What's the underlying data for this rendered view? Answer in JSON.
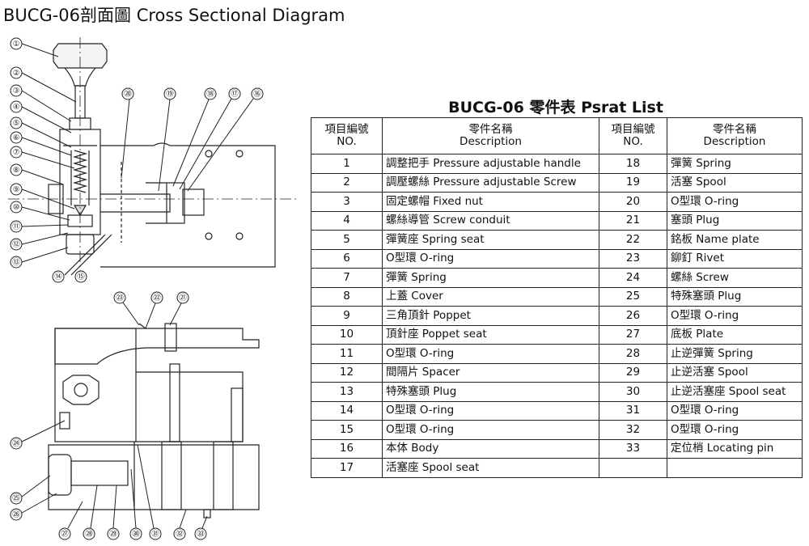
{
  "header": {
    "title": "BUCG-06剖面圖 Cross Sectional Diagram"
  },
  "parts_list": {
    "title": "BUCG-06 零件表 Psrat List",
    "col_no": [
      "項目編號",
      "NO."
    ],
    "col_desc": [
      "零件名稱",
      "Description"
    ],
    "rows": [
      {
        "left_no": "1",
        "left_desc": "調整把手 Pressure adjustable handle",
        "right_no": "18",
        "right_desc": "彈簧 Spring"
      },
      {
        "left_no": "2",
        "left_desc": "調壓螺絲 Pressure adjustable Screw",
        "right_no": "19",
        "right_desc": "活塞 Spool"
      },
      {
        "left_no": "3",
        "left_desc": "固定螺帽 Fixed  nut",
        "right_no": "20",
        "right_desc": "O型環 O-ring"
      },
      {
        "left_no": "4",
        "left_desc": "螺絲導管 Screw conduit",
        "right_no": "21",
        "right_desc": "塞頭 Plug"
      },
      {
        "left_no": "5",
        "left_desc": "彈簧座 Spring seat",
        "right_no": "22",
        "right_desc": "銘板 Name plate"
      },
      {
        "left_no": "6",
        "left_desc": "O型環 O-ring",
        "right_no": "23",
        "right_desc": "鉚釘 Rivet"
      },
      {
        "left_no": "7",
        "left_desc": "彈簧 Spring",
        "right_no": "24",
        "right_desc": "螺絲 Screw"
      },
      {
        "left_no": "8",
        "left_desc": "上蓋 Cover",
        "right_no": "25",
        "right_desc": "特殊塞頭 Plug"
      },
      {
        "left_no": "9",
        "left_desc": "三角頂針 Poppet",
        "right_no": "26",
        "right_desc": "O型環 O-ring"
      },
      {
        "left_no": "10",
        "left_desc": "頂針座 Poppet seat",
        "right_no": "27",
        "right_desc": "底板 Plate"
      },
      {
        "left_no": "11",
        "left_desc": "O型環 O-ring",
        "right_no": "28",
        "right_desc": "止逆彈簧 Spring"
      },
      {
        "left_no": "12",
        "left_desc": "間隔片 Spacer",
        "right_no": "29",
        "right_desc": "止逆活塞 Spool"
      },
      {
        "left_no": "13",
        "left_desc": "特殊塞頭 Plug",
        "right_no": "30",
        "right_desc": "止逆活塞座 Spool seat"
      },
      {
        "left_no": "14",
        "left_desc": "O型環 O-ring",
        "right_no": "31",
        "right_desc": "O型環 O-ring"
      },
      {
        "left_no": "15",
        "left_desc": "O型環 O-ring",
        "right_no": "32",
        "right_desc": "O型環 O-ring"
      },
      {
        "left_no": "16",
        "left_desc": "本体 Body",
        "right_no": "33",
        "right_desc": "定位梢 Locating pin"
      },
      {
        "left_no": "17",
        "left_desc": "活塞座 Spool seat",
        "right_no": "",
        "right_desc": ""
      }
    ]
  },
  "diagram": {
    "callouts_top": [
      "①",
      "②",
      "③",
      "④",
      "⑤",
      "⑥",
      "⑦",
      "⑧",
      "⑨",
      "⑩",
      "⑪",
      "⑫",
      "⑬",
      "⑭",
      "⑮",
      "⑯",
      "⑰",
      "⑱",
      "⑲",
      "⑳"
    ],
    "callouts_bottom": [
      "㉑",
      "㉒",
      "㉓",
      "㉔",
      "㉕",
      "㉖",
      "㉗",
      "㉘",
      "㉙",
      "㉚",
      "㉛",
      "㉜",
      "㉝"
    ]
  }
}
